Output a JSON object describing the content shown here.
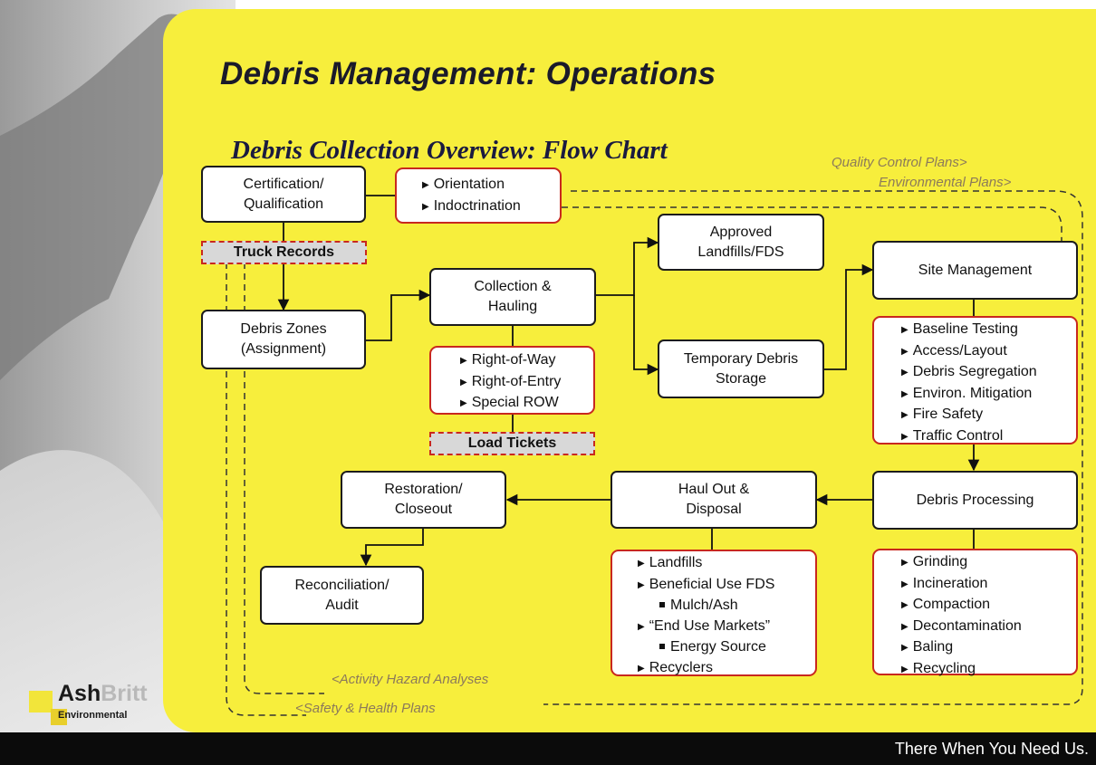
{
  "title": "Debris Management: Operations",
  "subtitle": "Debris Collection Overview: Flow Chart",
  "plans": {
    "quality": "Quality Control Plans>",
    "environmental": "Environmental Plans>",
    "activity_hazard": "<Activity Hazard Analyses",
    "safety_health": "<Safety & Health Plans"
  },
  "nodes": {
    "certification": "Certification/\nQualification",
    "debris_zones": "Debris Zones\n(Assignment)",
    "collection": "Collection &\nHauling",
    "approved_landfills": "Approved\nLandfills/FDS",
    "temp_storage": "Temporary Debris\nStorage",
    "site_management": "Site Management",
    "debris_processing": "Debris Processing",
    "haul_out": "Haul Out &\nDisposal",
    "restoration": "Restoration/\nCloseout",
    "reconciliation": "Reconciliation/\nAudit"
  },
  "tags": {
    "truck_records": "Truck Records",
    "load_tickets": "Load Tickets"
  },
  "lists": {
    "orientation": [
      {
        "text": "Orientation"
      },
      {
        "text": "Indoctrination"
      }
    ],
    "row": [
      {
        "text": "Right-of-Way"
      },
      {
        "text": "Right-of-Entry"
      },
      {
        "text": "Special ROW"
      }
    ],
    "site": [
      {
        "text": "Baseline Testing"
      },
      {
        "text": "Access/Layout"
      },
      {
        "text": "Debris Segregation"
      },
      {
        "text": "Environ. Mitigation"
      },
      {
        "text": "Fire Safety"
      },
      {
        "text": "Traffic Control"
      }
    ],
    "haul": [
      {
        "text": "Landfills"
      },
      {
        "text": "Beneficial Use FDS"
      },
      {
        "text": "Mulch/Ash",
        "sub": true
      },
      {
        "text": "“End Use Markets”"
      },
      {
        "text": "Energy Source",
        "sub": true
      },
      {
        "text": "Recyclers"
      }
    ],
    "processing": [
      {
        "text": "Grinding"
      },
      {
        "text": "Incineration"
      },
      {
        "text": "Compaction"
      },
      {
        "text": "Decontamination"
      },
      {
        "text": "Baling"
      },
      {
        "text": "Recycling"
      }
    ]
  },
  "logo": {
    "name_dark": "Ash",
    "name_light": "Britt",
    "sub": "Environmental"
  },
  "footer": {
    "tagline": "There When You Need Us."
  },
  "colors": {
    "slide_yellow": "#f7ee3c",
    "accent_red": "#c8281e",
    "footer_black": "#0b0b0b"
  }
}
